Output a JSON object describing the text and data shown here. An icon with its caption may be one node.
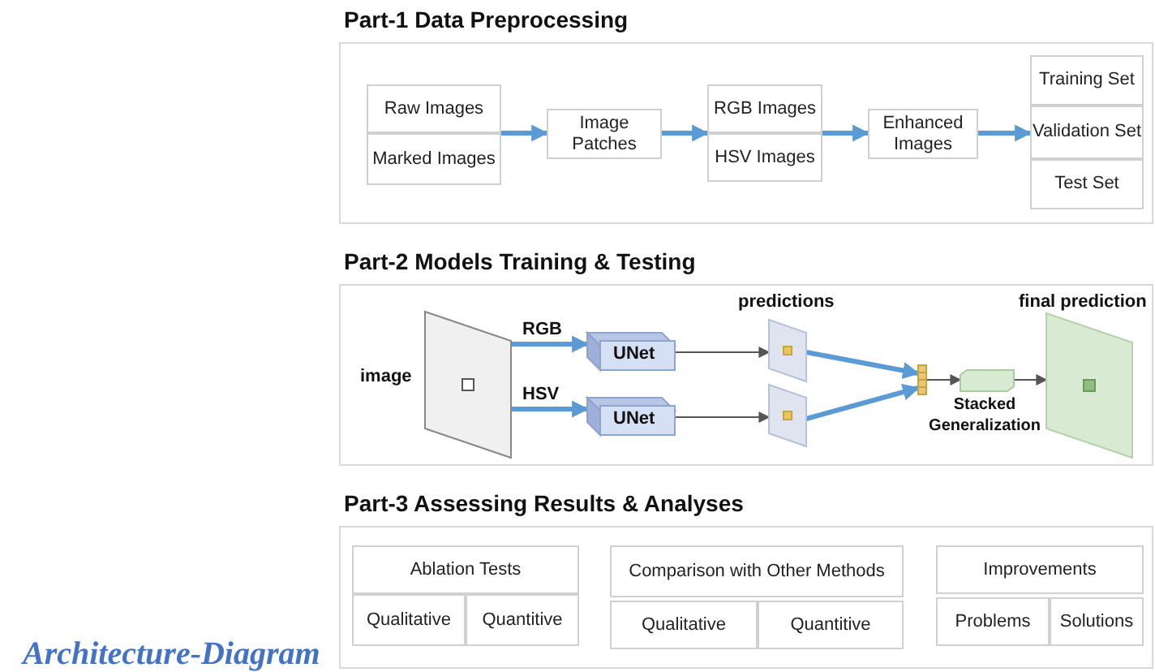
{
  "diagram": {
    "caption": "Architecture-Diagram",
    "nodes": [
      {
        "text": [
          "Part-1 Data Preprocessing"
        ]
      },
      {
        "text": [
          "Raw Images"
        ],
        "in": 0
      },
      {
        "text": [
          "Marked Images"
        ],
        "in": 0
      },
      {
        "text": [
          "Image Patches"
        ],
        "in": 0
      },
      {
        "text": [
          "RGB Images"
        ],
        "in": 0
      },
      {
        "text": [
          "HSV Images"
        ],
        "in": 0
      },
      {
        "text": [
          "Enhanced Images"
        ],
        "in": 0
      },
      {
        "text": [
          "Training Set"
        ],
        "in": 0
      },
      {
        "text": [
          "Validation Set"
        ],
        "in": 0
      },
      {
        "text": [
          "Test Set"
        ],
        "in": 0
      },
      {
        "text": [
          "Part-2 Models Training & Testing"
        ]
      },
      {
        "text": [],
        "shape": "picture",
        "beside": [
          "image"
        ],
        "in": 10
      },
      {
        "text": [
          "UNet"
        ],
        "in": 10
      },
      {
        "text": [
          "UNet"
        ],
        "in": 10
      },
      {
        "text": [],
        "shape": "picture",
        "in": 10
      },
      {
        "text": [],
        "shape": "picture",
        "in": 10
      },
      {
        "text": [],
        "shape": "bar",
        "in": 10
      },
      {
        "text": [],
        "shape": "box",
        "beside": [
          "Stacked Generalization"
        ],
        "in": 10
      },
      {
        "text": [],
        "shape": "picture",
        "beside": [
          "final prediction"
        ],
        "in": 10
      },
      {
        "text": [
          "Part-3 Assessing Results & Analyses"
        ]
      },
      {
        "text": [
          "Ablation Tests"
        ],
        "in": 19
      },
      {
        "text": [
          "Qualitative"
        ],
        "in": 19
      },
      {
        "text": [
          "Quantitive"
        ],
        "in": 19
      },
      {
        "text": [
          "Comparison with Other Methods"
        ],
        "in": 19
      },
      {
        "text": [
          "Qualitative"
        ],
        "in": 19
      },
      {
        "text": [
          "Quantitive"
        ],
        "in": 19
      },
      {
        "text": [
          "Improvements"
        ],
        "in": 19
      },
      {
        "text": [
          "Problems"
        ],
        "in": 19
      },
      {
        "text": [
          "Solutions"
        ],
        "in": 19
      }
    ],
    "edges": [
      {
        "from": 1,
        "to": 3,
        "arrow": "to"
      },
      {
        "from": 2,
        "to": 3,
        "arrow": "to"
      },
      {
        "from": 3,
        "to": 4,
        "arrow": "to"
      },
      {
        "from": 3,
        "to": 5,
        "arrow": "to"
      },
      {
        "from": 4,
        "to": 6,
        "arrow": "to"
      },
      {
        "from": 5,
        "to": 6,
        "arrow": "to"
      },
      {
        "from": 6,
        "to": 7,
        "arrow": "to"
      },
      {
        "from": 6,
        "to": 8,
        "arrow": "to"
      },
      {
        "from": 6,
        "to": 9,
        "arrow": "to"
      },
      {
        "from": 11,
        "to": 12,
        "arrow": "to",
        "label": "RGB"
      },
      {
        "from": 11,
        "to": 13,
        "arrow": "to",
        "label": "HSV"
      },
      {
        "from": 12,
        "to": 14,
        "arrow": "to",
        "color": "#555555"
      },
      {
        "from": 13,
        "to": 15,
        "arrow": "to",
        "color": "#555555"
      },
      {
        "from": 14,
        "to": 16,
        "arrow": "to"
      },
      {
        "from": 15,
        "to": 16,
        "arrow": "to"
      },
      {
        "from": 16,
        "to": 17,
        "arrow": "to",
        "color": "#555555"
      },
      {
        "from": 17,
        "to": 18,
        "arrow": "to",
        "color": "#555555"
      }
    ],
    "labels": [
      "predictions"
    ]
  }
}
